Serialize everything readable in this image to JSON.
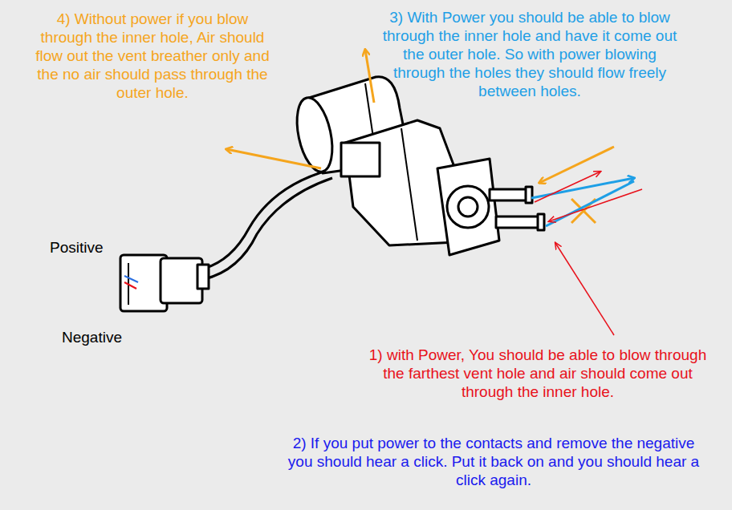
{
  "diagram": {
    "labels": [
      "4) Without power if you blow through the inner hole, Air should flow out the vent breather only and the no air should pass through the outer hole.",
      "3) With Power you should be able to blow through the inner hole and have it come out the outer hole. So with power blowing through the holes they should flow freely between holes.",
      "Positive",
      "Negative",
      "1) with Power, You should be able to blow through the farthest vent hole and air should come out through the inner hole.",
      "2) If you put power to the contacts and remove the negative you should hear a click. Put it back on and you should hear a click again."
    ]
  }
}
